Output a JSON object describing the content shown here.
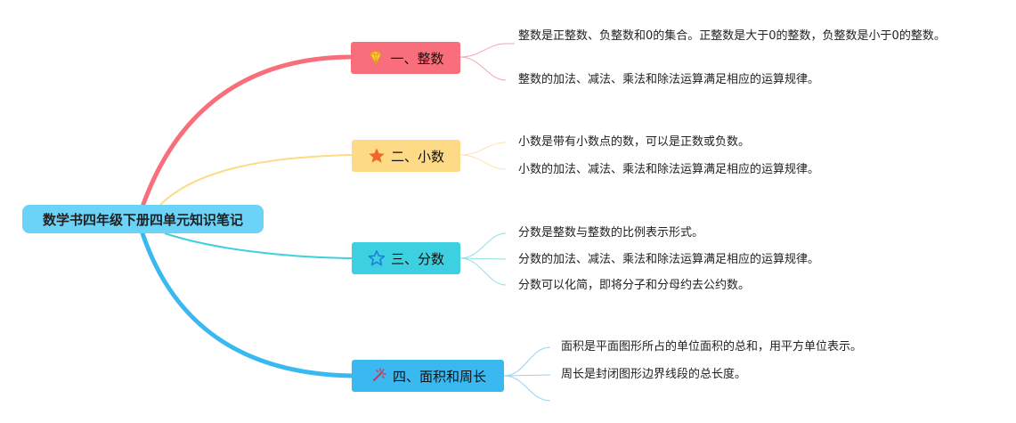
{
  "root": {
    "title": "数学书四年级下册四单元知识笔记"
  },
  "branches": [
    {
      "label": "一、整数",
      "color": "#f86f7b",
      "icon": "diamond-icon",
      "leaves": [
        "整数是正整数、负整数和0的集合。正整数是大于0的整数，负整数是小于0的整数。",
        "整数的加法、减法、乘法和除法运算满足相应的运算规律。"
      ]
    },
    {
      "label": "二、小数",
      "color": "#fddb86",
      "icon": "star-filled-icon",
      "leaves": [
        "小数是带有小数点的数，可以是正数或负数。",
        "小数的加法、减法、乘法和除法运算满足相应的运算规律。"
      ]
    },
    {
      "label": "三、分数",
      "color": "#3cd0e0",
      "icon": "star-outline-icon",
      "leaves": [
        "分数是整数与整数的比例表示形式。",
        "分数的加法、减法、乘法和除法运算满足相应的运算规律。",
        "分数可以化简，即将分子和分母约去公约数。"
      ]
    },
    {
      "label": "四、面积和周长",
      "color": "#3ab8f0",
      "icon": "magic-wand-icon",
      "leaves": [
        "面积是平面图形所占的单位面积的总和，用平方单位表示。",
        "周长是封闭图形边界线段的总长度。"
      ]
    }
  ]
}
